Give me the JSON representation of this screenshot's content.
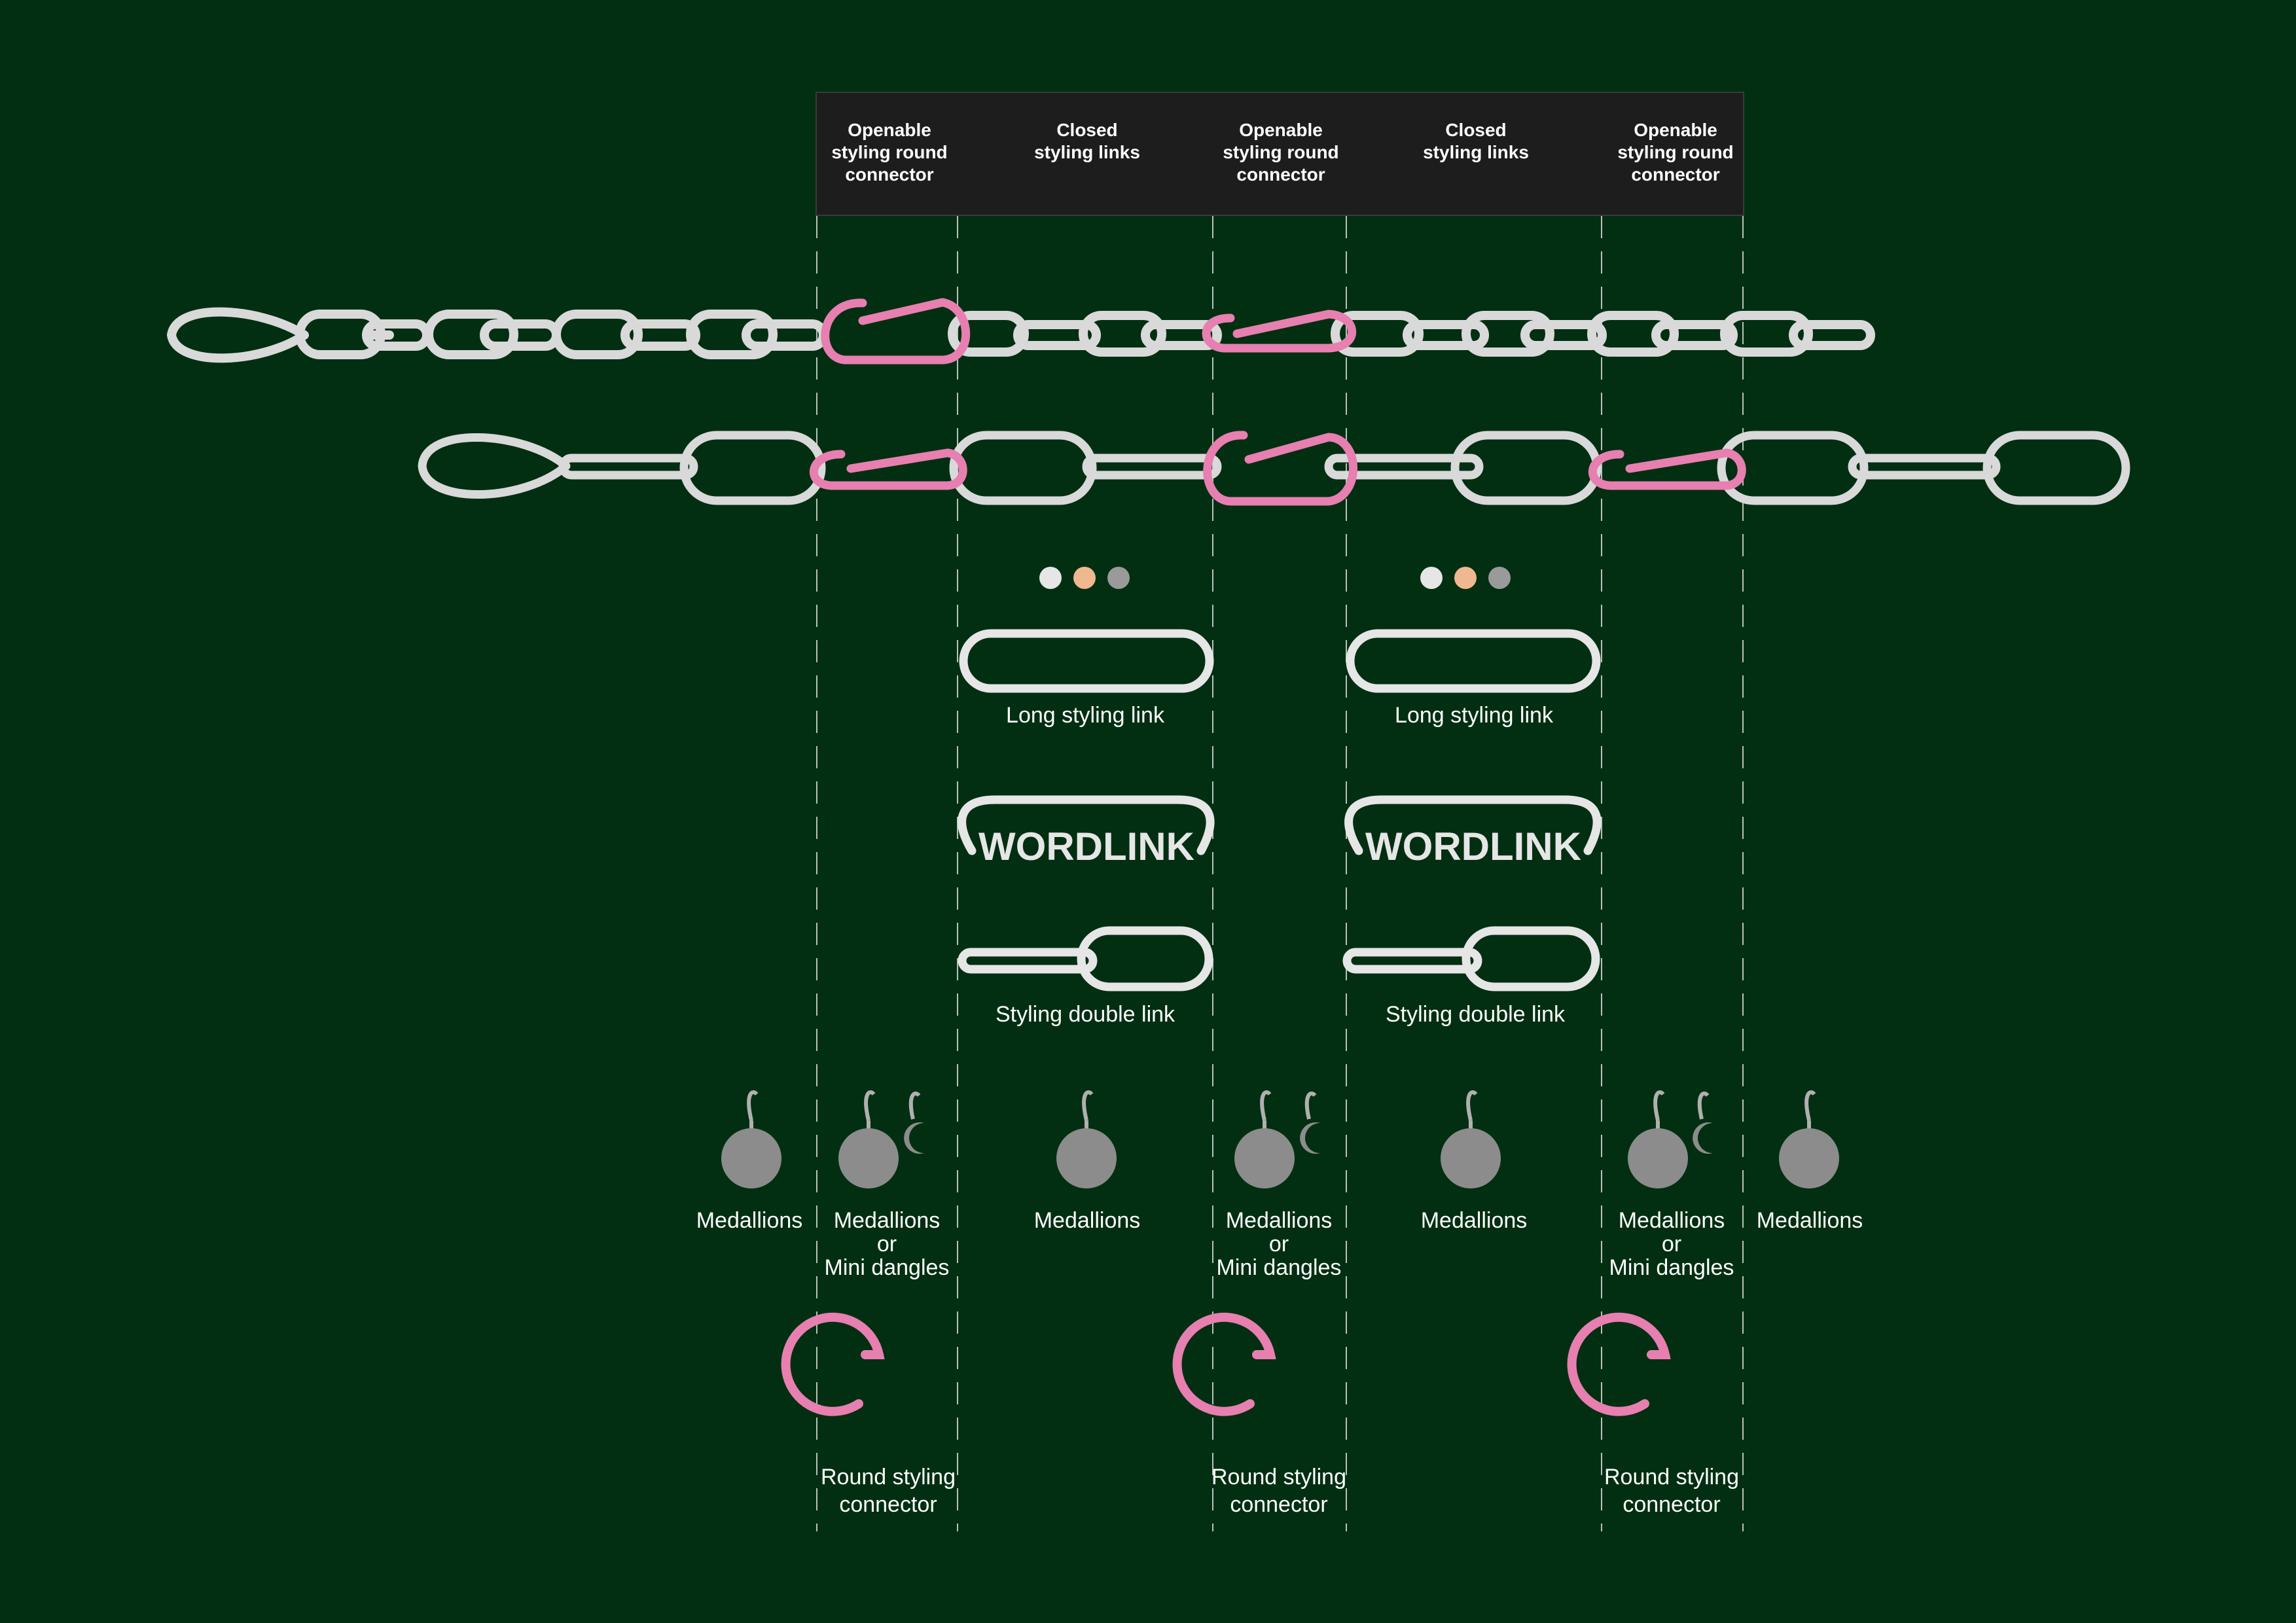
{
  "colors": {
    "background": "#022f12",
    "silver_link": "#d9d9d9",
    "pink_connector": "#e77fb0",
    "medallion": "#8c8c8c",
    "header_bg": "#1d1d1d",
    "dot_silver": "#e6e6e6",
    "dot_rose": "#f0b890",
    "dot_grey": "#9a9a9a"
  },
  "header": {
    "columns": [
      "Openable\nstyling round\nconnector",
      "Closed\nstyling links",
      "Openable\nstyling round\nconnector",
      "Closed\nstyling links",
      "Openable\nstyling round\nconnector"
    ]
  },
  "links": {
    "long_styling_link": "Long styling link",
    "wordlink": "WORDLINK",
    "styling_double_link": "Styling double link"
  },
  "charms": {
    "medallions": "Medallions",
    "medallions_or_mini": "Medallions\nor\nMini dangles"
  },
  "connector_label": "Round styling\nconnector",
  "icons": [
    "teardrop-clasp-icon",
    "chain-link-icon",
    "openable-connector-icon",
    "medallion-icon",
    "mini-dangle-moon-icon",
    "round-connector-icon",
    "color-swatch-icon"
  ]
}
